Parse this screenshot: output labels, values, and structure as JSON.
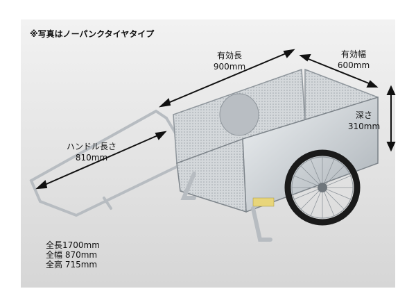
{
  "note": "※写真はノーパンクタイヤタイプ",
  "dimensions": {
    "effective_length": {
      "label": "有効長",
      "value": "900mm"
    },
    "effective_width": {
      "label": "有効幅",
      "value": "600mm"
    },
    "depth": {
      "label": "深さ",
      "value": "310mm"
    },
    "handle_length": {
      "label": "ハンドル長さ",
      "value": "810mm"
    }
  },
  "specs": [
    {
      "label": "全長",
      "value": "1700mm"
    },
    {
      "label": "全幅",
      "value": " 870mm"
    },
    {
      "label": "全高",
      "value": " 715mm"
    }
  ],
  "colors": {
    "arrow": "#111111",
    "aluminum": "#c9ced3",
    "tire": "#1a1a1a"
  }
}
